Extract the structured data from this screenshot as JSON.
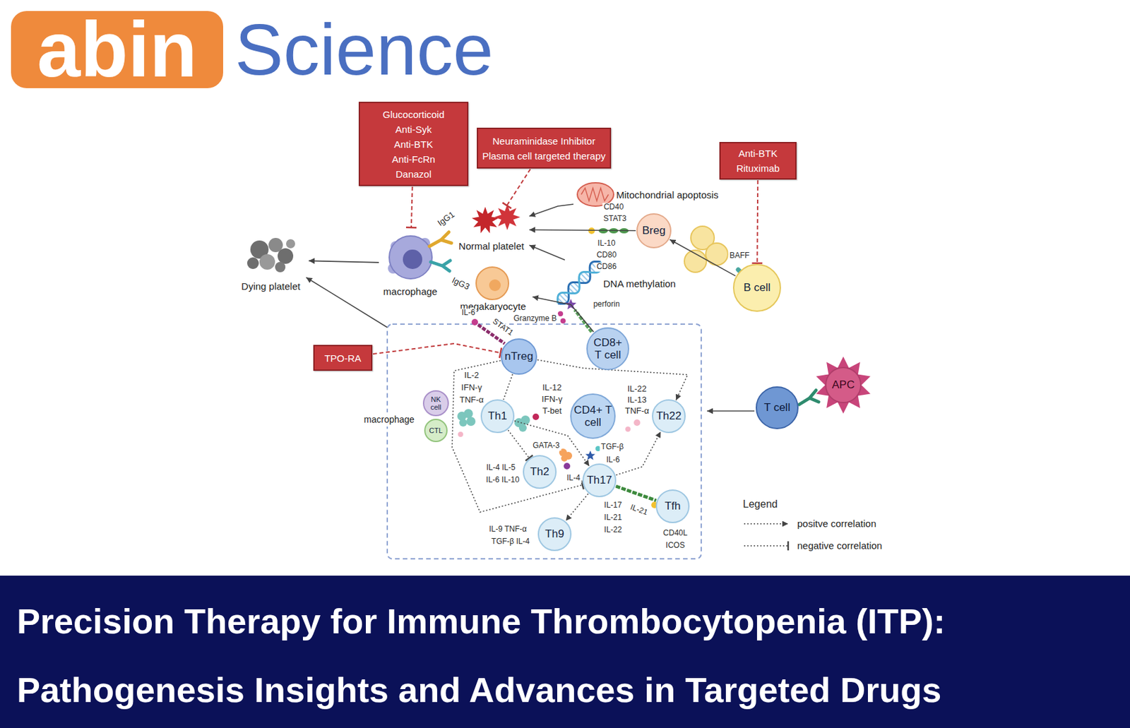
{
  "diagram": {
    "title": "Precision Therapy for Immune Thrombocytopenia (ITP): Pathogenesis Insights and Advances in Targeted Drugs",
    "nodes": [
      {
        "text": [
          "abin"
        ]
      },
      {
        "text": [
          "Glucocorticoid",
          "Anti-Syk",
          "Anti-BTK",
          "Anti-FcRn",
          "Danazol"
        ]
      },
      {
        "text": [
          "Neuraminidase Inhibitor",
          "Plasma cell targeted therapy"
        ]
      },
      {
        "text": [
          "Anti-BTK",
          "Rituximab"
        ]
      },
      {
        "text": [
          "Mitochondrial apoptosis"
        ]
      },
      {
        "text": [
          "Normal platelet"
        ]
      },
      {
        "text": [
          "Breg"
        ]
      },
      {
        "text": [
          "B cell"
        ]
      },
      {
        "text": [
          "Dying platelet"
        ]
      },
      {
        "text": [
          "macrophage"
        ]
      },
      {
        "text": [
          "megakaryocyte"
        ]
      },
      {
        "text": [
          "DNA methylation"
        ]
      },
      {
        "text": [
          "CD8+ T cell"
        ]
      },
      {
        "text": [
          "TPO-RA"
        ]
      },
      {
        "text": [
          "nTreg"
        ]
      },
      {
        "text": [
          "Th1"
        ]
      },
      {
        "text": [
          "CD4+ T cell"
        ]
      },
      {
        "text": [
          "Th22"
        ]
      },
      {
        "text": [
          "NK cell"
        ]
      },
      {
        "text": [
          "CTL"
        ]
      },
      {
        "text": [
          "macrophage"
        ]
      },
      {
        "text": [
          "Th2"
        ]
      },
      {
        "text": [
          "Th17"
        ]
      },
      {
        "text": [
          "Tfh"
        ]
      },
      {
        "text": [
          "Th9"
        ]
      },
      {
        "text": [
          "T cell"
        ]
      },
      {
        "text": [
          "APC"
        ]
      }
    ],
    "edges": [
      {
        "from": 9,
        "to": 8,
        "arrow": "to"
      },
      {
        "from": 4,
        "to": 5,
        "arrow": "to"
      },
      {
        "from": 6,
        "to": 5,
        "arrow": "to"
      },
      {
        "from": 7,
        "to": 6,
        "arrow": "to"
      },
      {
        "from": 11,
        "to": 5,
        "arrow": "to"
      },
      {
        "from": 12,
        "to": 10,
        "arrow": "to"
      },
      {
        "from": 1,
        "to": 9,
        "arrow": "to"
      },
      {
        "from": 2,
        "to": 5,
        "arrow": "to"
      },
      {
        "from": 3,
        "to": 7,
        "arrow": "to"
      },
      {
        "from": 13,
        "to": 14,
        "arrow": "to"
      },
      {
        "from": 14,
        "to": 15,
        "arrow": "none"
      },
      {
        "from": 14,
        "to": 17,
        "arrow": "to"
      },
      {
        "from": 15,
        "to": 21,
        "arrow": "to"
      },
      {
        "from": 15,
        "to": 22,
        "arrow": "to"
      },
      {
        "from": 22,
        "to": 17,
        "arrow": "to"
      },
      {
        "from": 22,
        "to": 24,
        "arrow": "to"
      },
      {
        "from": 22,
        "to": 23,
        "arrow": "none"
      },
      {
        "from": 14,
        "to": 22,
        "arrow": "to"
      }
    ],
    "labels": [
      "Science",
      "IgG1",
      "IgG3",
      "CD40",
      "STAT3",
      "IL-10",
      "CD80",
      "CD86",
      "BAFF",
      "IL-6",
      "STAT1",
      "Granzyme B",
      "perforin",
      "IL-2",
      "IFN-γ",
      "TNF-α",
      "IL-12",
      "IFN-γ",
      "T-bet",
      "IL-22",
      "IL-13",
      "TNF-α",
      "GATA-3",
      "IL-4",
      "TGF-β",
      "IL-6",
      "IL-4 IL-5",
      "IL-6 IL-10",
      "IL-21",
      "IL-17",
      "IL-21",
      "IL-22",
      "IL-9 TNF-α",
      "TGF-β IL-4",
      "CD40L",
      "ICOS",
      "Legend"
    ],
    "legend": [
      {
        "text": "positve correlation"
      },
      {
        "text": "negative correlation"
      }
    ]
  }
}
